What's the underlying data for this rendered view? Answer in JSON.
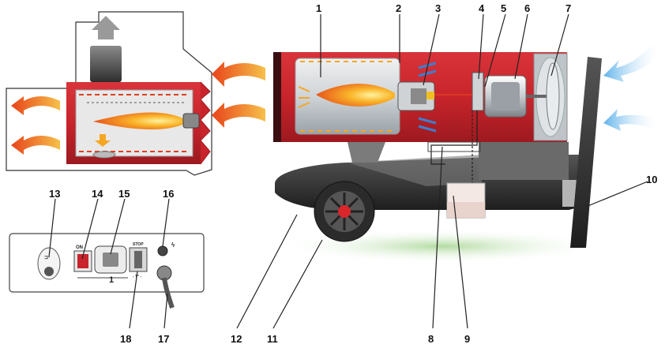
{
  "callouts": [
    {
      "id": "1",
      "label": "1"
    },
    {
      "id": "2",
      "label": "2"
    },
    {
      "id": "3",
      "label": "3"
    },
    {
      "id": "4",
      "label": "4"
    },
    {
      "id": "5",
      "label": "5"
    },
    {
      "id": "6",
      "label": "6"
    },
    {
      "id": "7",
      "label": "7"
    },
    {
      "id": "8",
      "label": "8"
    },
    {
      "id": "9",
      "label": "9"
    },
    {
      "id": "10",
      "label": "10"
    },
    {
      "id": "11",
      "label": "11"
    },
    {
      "id": "12",
      "label": "12"
    },
    {
      "id": "13",
      "label": "13"
    },
    {
      "id": "14",
      "label": "14"
    },
    {
      "id": "15",
      "label": "15"
    },
    {
      "id": "16",
      "label": "16"
    },
    {
      "id": "17",
      "label": "17"
    },
    {
      "id": "18",
      "label": "18"
    }
  ],
  "panel": {
    "switch_on_label": "ON",
    "switch_position_label": "1",
    "knob_top_label": "STOP",
    "knob_bottom_label": "- T° -"
  },
  "colors": {
    "body_red": "#c8242b",
    "flame_orange": "#f39a1c",
    "hot_air": "#f06a1e",
    "cold_air": "#7cc4ee",
    "base_dark": "#3a3a3a"
  }
}
